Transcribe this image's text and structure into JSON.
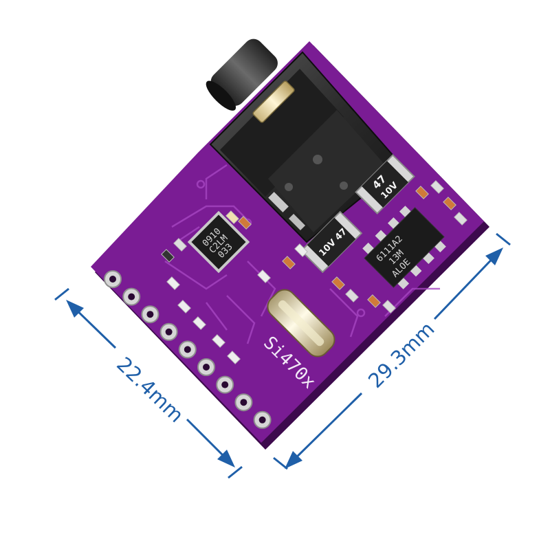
{
  "dimensions": {
    "width_label": "22.4mm",
    "length_label": "29.3mm"
  },
  "board": {
    "silkscreen_label": "Si470x",
    "pcb_color": "#7a1c94",
    "dimension_color": "#1f5fa8"
  },
  "components": {
    "cap_top": {
      "value": "47",
      "voltage": "10V"
    },
    "cap_left": {
      "marking": "10V 47"
    },
    "regulator": {
      "lines": [
        "6111A2",
        "13M",
        "ALOE"
      ]
    },
    "fm_chip": {
      "lines": [
        "0910",
        "C2LM",
        "033"
      ]
    }
  }
}
